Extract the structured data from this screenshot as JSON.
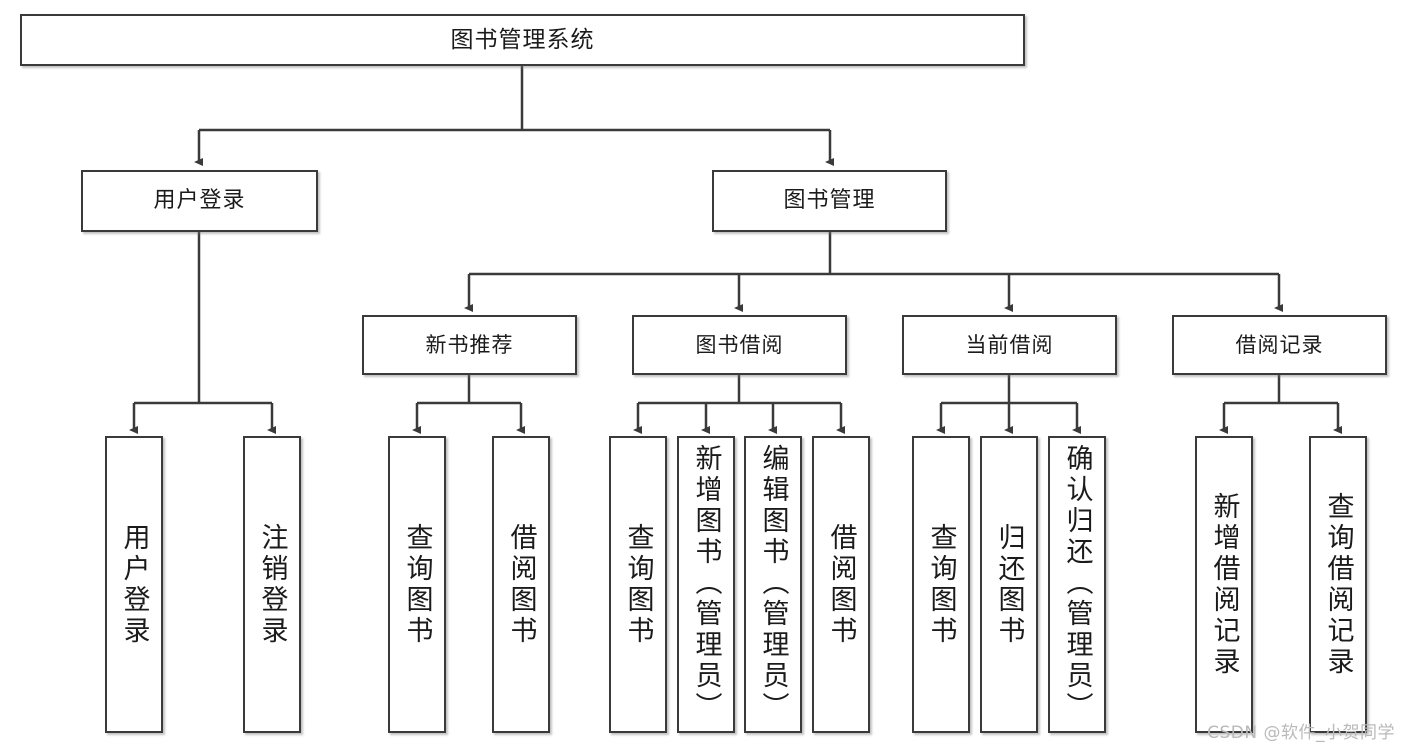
{
  "diagram": {
    "title": "图书管理系统",
    "type": "tree-hierarchy-chart",
    "watermark": "CSDN @软件_小贺同学",
    "colors": {
      "box_border": "#3a3a3a",
      "box_fill": "#ffffff",
      "edge": "#3a3a3a",
      "text": "#1b1b1b",
      "watermark": "#b9b9b9"
    }
  },
  "nodes": {
    "root": {
      "label": "图书管理系统"
    },
    "level1": [
      {
        "id": "user-login",
        "label": "用户登录"
      },
      {
        "id": "book-manage",
        "label": "图书管理"
      }
    ],
    "level2": [
      {
        "id": "new-book-recommend",
        "label": "新书推荐"
      },
      {
        "id": "book-borrow",
        "label": "图书借阅"
      },
      {
        "id": "current-borrow",
        "label": "当前借阅"
      },
      {
        "id": "borrow-record",
        "label": "借阅记录"
      }
    ],
    "leaves": {
      "user_login": [
        {
          "id": "leaf-user-login",
          "label": "用户登录"
        },
        {
          "id": "leaf-user-logout",
          "label": "注销登录"
        }
      ],
      "new_book_recommend": [
        {
          "id": "leaf-query-book-1",
          "label": "查询图书"
        },
        {
          "id": "leaf-borrow-book-1",
          "label": "借阅图书"
        }
      ],
      "book_borrow": [
        {
          "id": "leaf-query-book-2",
          "label": "查询图书"
        },
        {
          "id": "leaf-add-book",
          "label": "新增图书（管理员）"
        },
        {
          "id": "leaf-edit-book",
          "label": "编辑图书（管理员）"
        },
        {
          "id": "leaf-borrow-book-2",
          "label": "借阅图书"
        }
      ],
      "current_borrow": [
        {
          "id": "leaf-query-book-3",
          "label": "查询图书"
        },
        {
          "id": "leaf-return-book",
          "label": "归还图书"
        },
        {
          "id": "leaf-confirm-return",
          "label": "确认归还（管理员）"
        }
      ],
      "borrow_record": [
        {
          "id": "leaf-add-record",
          "label": "新增借阅记录"
        },
        {
          "id": "leaf-query-record",
          "label": "查询借阅记录"
        }
      ]
    }
  }
}
